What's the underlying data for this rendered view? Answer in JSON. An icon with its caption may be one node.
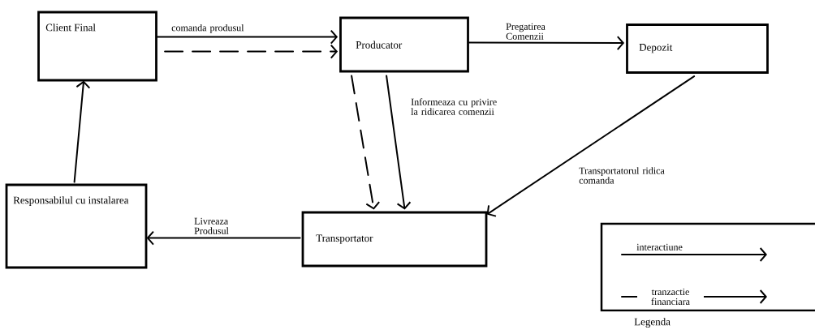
{
  "diagram": {
    "nodes": [
      {
        "text": [
          "Client Final"
        ]
      },
      {
        "text": [
          "Producator"
        ]
      },
      {
        "text": [
          "Depozit"
        ]
      },
      {
        "text": [
          "Transportator"
        ]
      },
      {
        "text": [
          "Responsabilul cu instalarea"
        ]
      }
    ],
    "edges": [
      {
        "from": 0,
        "to": 1,
        "arrow": "to",
        "label": "comanda produsul"
      },
      {
        "from": 0,
        "to": 1,
        "arrow": "to",
        "style": "dashed"
      },
      {
        "from": 1,
        "to": 2,
        "arrow": "to",
        "label": "Pregatirea Comenzii"
      },
      {
        "from": 1,
        "to": 3,
        "arrow": "to",
        "style": "dashed"
      },
      {
        "from": 1,
        "to": 3,
        "arrow": "to",
        "label": "Informeaza cu privire la ridicarea comenzii"
      },
      {
        "from": 2,
        "to": 3,
        "arrow": "to",
        "label": "Transportatorul ridica comanda"
      },
      {
        "from": 3,
        "to": 4,
        "arrow": "to",
        "label": "Livreaza Produsul"
      },
      {
        "from": 4,
        "to": 0,
        "arrow": "to"
      }
    ],
    "labels": [
      "Legenda"
    ],
    "legend": [
      {
        "text": "interactiune"
      },
      {
        "text": "tranzactie financiara"
      }
    ]
  }
}
